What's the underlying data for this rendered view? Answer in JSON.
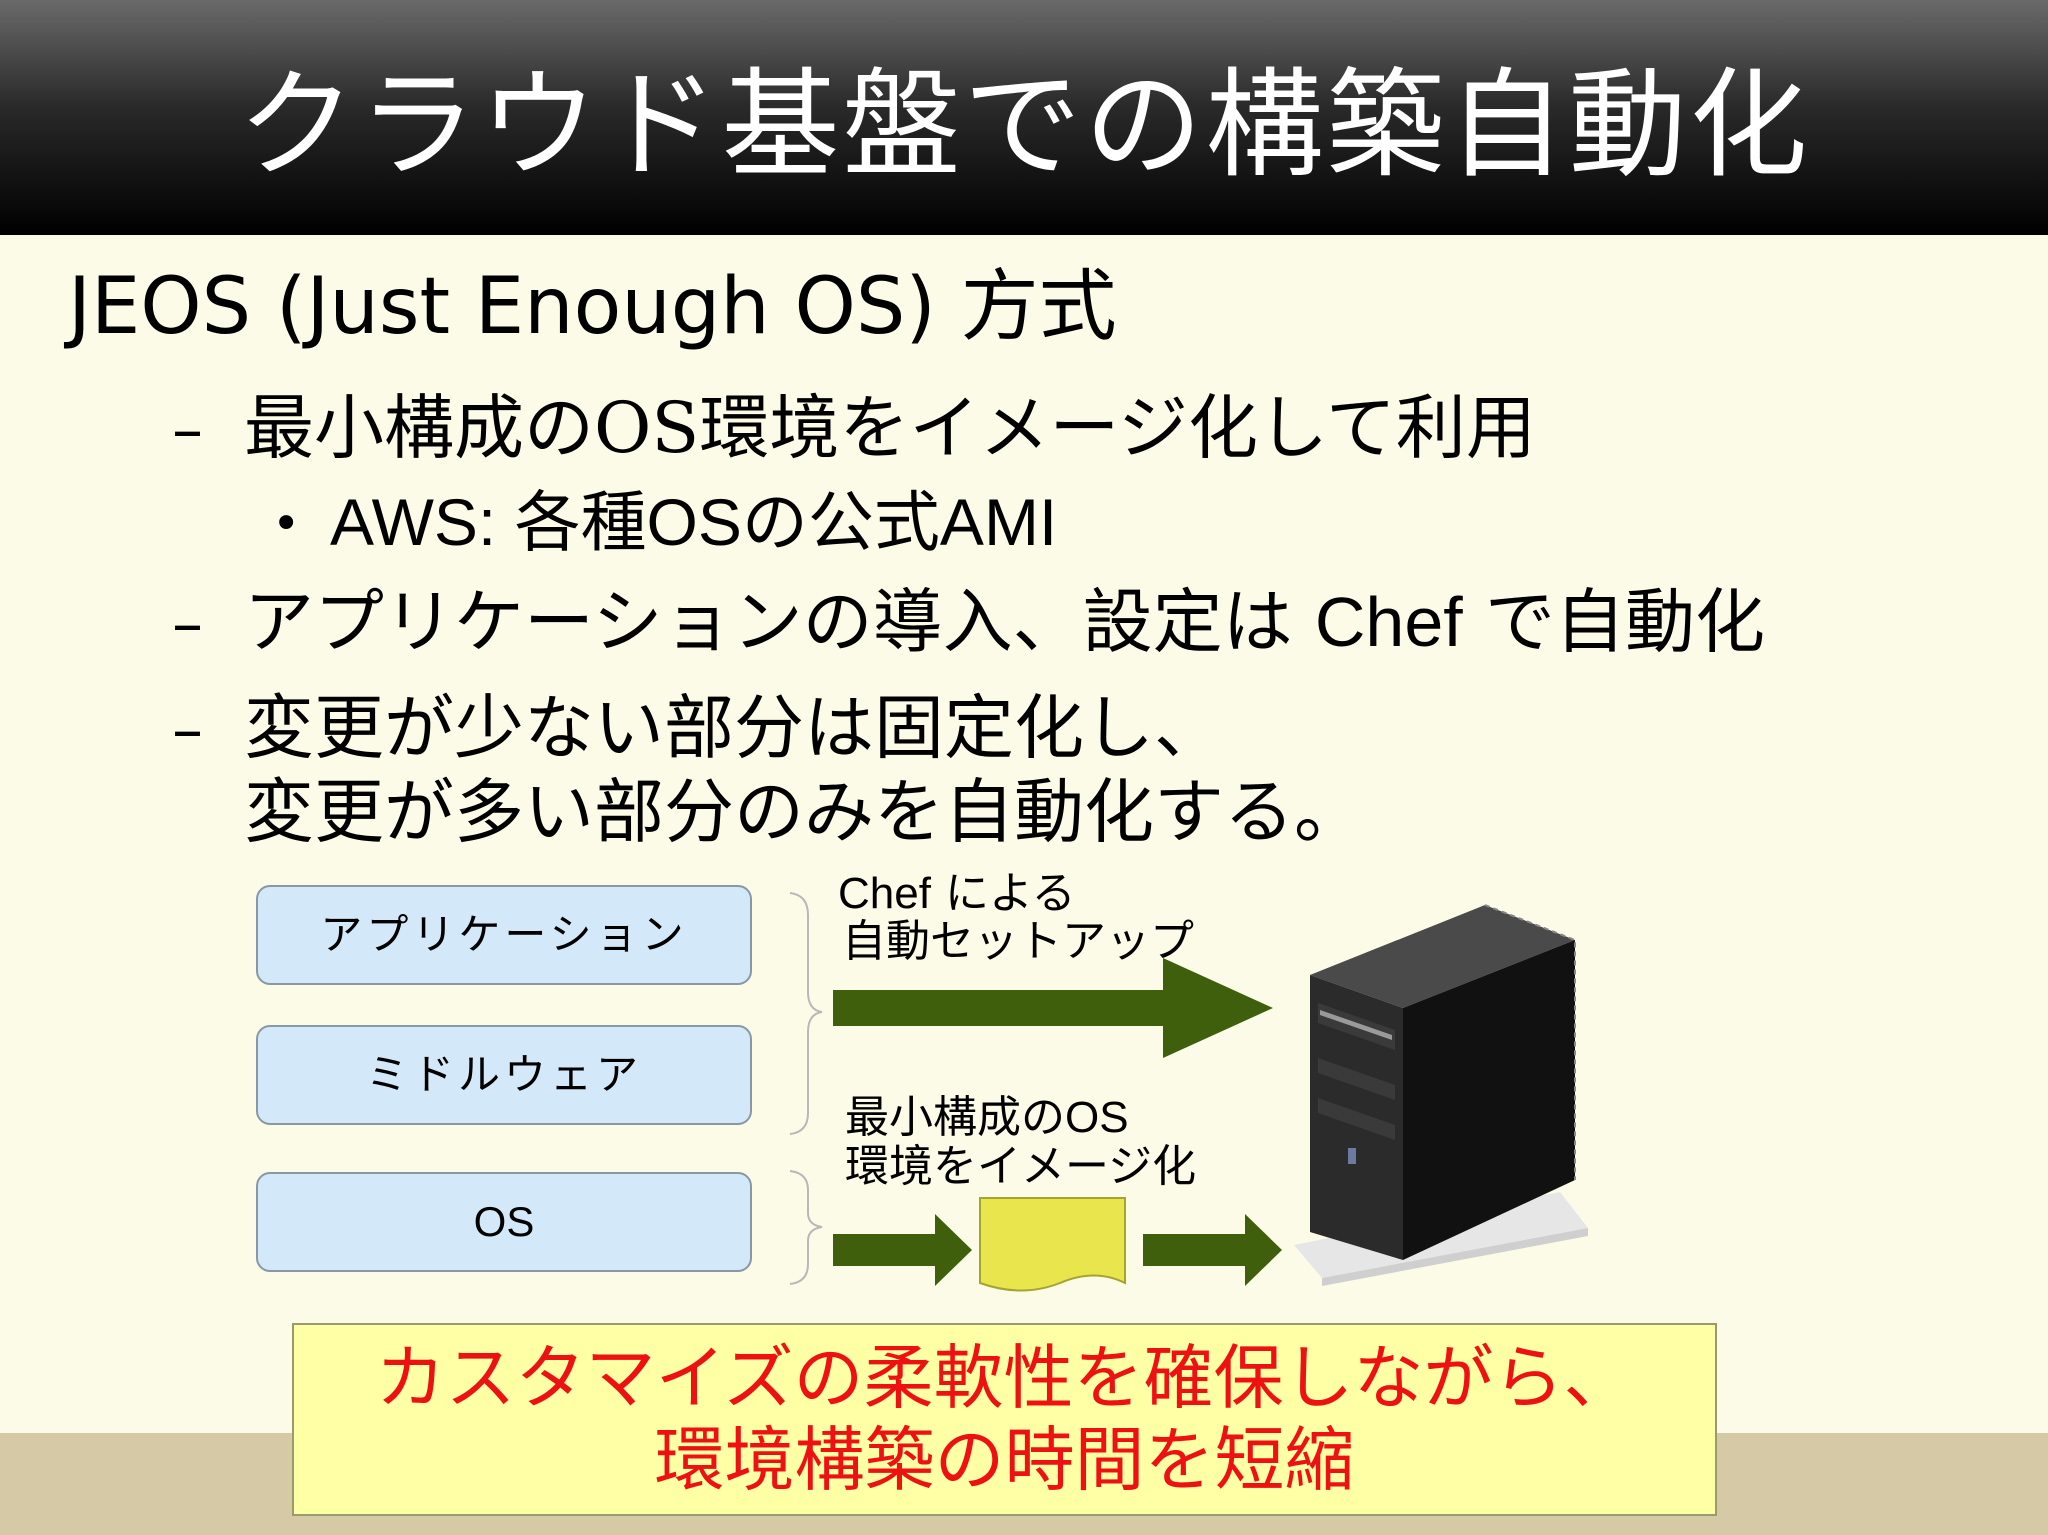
{
  "slide": {
    "title": "クラウド基盤での構築自動化",
    "heading": "JEOS (Just Enough OS) 方式",
    "bullets": [
      {
        "dash": "–",
        "text": "最小構成のOS環境をイメージ化して利用"
      },
      {
        "bullet": "•",
        "text": "AWS: 各種OSの公式AMI"
      },
      {
        "dash": "–",
        "text_pre": "アプリケーションの導入、設定は ",
        "text_latin": "Chef",
        "text_post": " で自動化"
      },
      {
        "dash": "–",
        "line1": "変更が少ない部分は固定化し、",
        "line2": "変更が多い部分のみを自動化する。"
      }
    ]
  },
  "diagram": {
    "layers": [
      "アプリケーション",
      "ミドルウェア",
      "OS"
    ],
    "caption_top_latin": "Chef",
    "caption_top_1": " による",
    "caption_top_2": "自動セットアップ",
    "caption_bottom_1": "最小構成の",
    "caption_bottom_1_latin": "OS",
    "caption_bottom_2": "環境をイメージ化",
    "colors": {
      "layer_fill": "#d3e8f8",
      "arrow": "#3f5f0c",
      "image_doc": "#e8e64c",
      "server": "#1e1e1e"
    }
  },
  "callout": {
    "line1": "カスタマイズの柔軟性を確保しながら、",
    "line2": "環境構築の時間を短縮",
    "color": "#ee1111"
  }
}
